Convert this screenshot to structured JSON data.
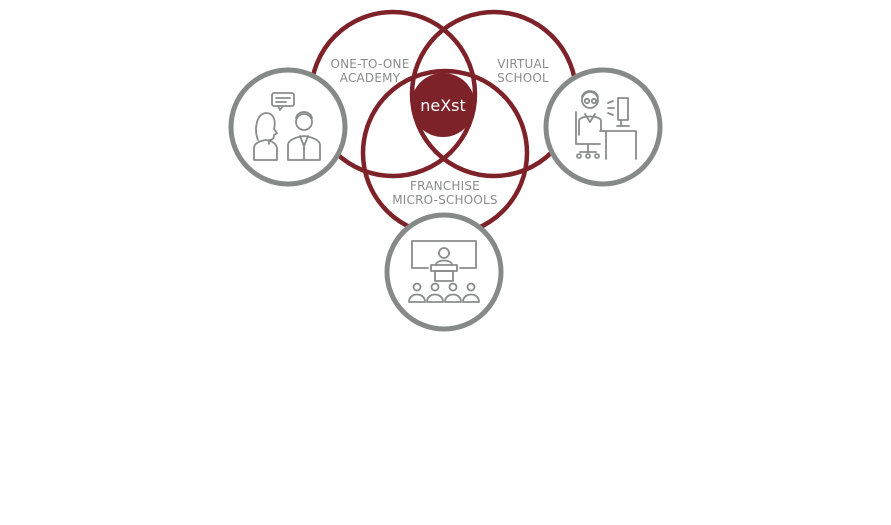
{
  "diagram": {
    "center_label": "neXst",
    "circles": [
      {
        "line1": "ONE-TO-ONE",
        "line2": "ACADEMY",
        "icon": "tutor-conversation-icon"
      },
      {
        "line1": "VIRTUAL",
        "line2": "SCHOOL",
        "icon": "student-computer-icon"
      },
      {
        "line1": "FRANCHISE",
        "line2": "MICRO-SCHOOLS",
        "icon": "classroom-icon"
      }
    ],
    "colors": {
      "accent": "#7d2228",
      "ring": "#858a89",
      "text": "#8a8b8b"
    }
  }
}
